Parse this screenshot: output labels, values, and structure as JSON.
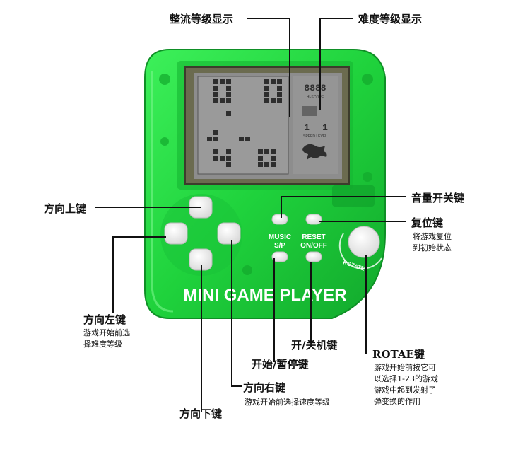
{
  "device": {
    "title": "MINI GAME PLAYER",
    "music_label_1": "MUSIC",
    "music_label_2": "S/P",
    "reset_label_1": "RESET",
    "reset_label_2": "ON/OFF",
    "rotate_label": "ROTATE",
    "speed_level_label": "SPEED LEVEL",
    "hiscore_label": "HI-SCORE",
    "score_digits": "8888",
    "speed_digit": "1",
    "level_digit": "1",
    "body_color": "#1fd23c",
    "screen_color": "#8d8d8d"
  },
  "callouts": {
    "flow_level": "整流等级显示",
    "difficulty_level": "难度等级显示",
    "dir_up": "方向上键",
    "volume_switch": "音量开关键",
    "reset_key": "复位键",
    "reset_desc_1": "将游戏复位",
    "reset_desc_2": "到初始状态",
    "dir_left": "方向左键",
    "dir_left_desc_1": "游戏开始前选",
    "dir_left_desc_2": "择难度等级",
    "power_key": "开/关机键",
    "rotae_key": "ROTAE键",
    "rotae_desc_1": "游戏开始前按它可",
    "rotae_desc_2": "以选择1-23的游戏",
    "rotae_desc_3": "游戏中起到发射子",
    "rotae_desc_4": "弹变换的作用",
    "start_pause": "开始/暂停键",
    "dir_right": "方向右键",
    "dir_right_desc": "游戏开始前选择速度等级",
    "dir_down": "方向下键"
  }
}
